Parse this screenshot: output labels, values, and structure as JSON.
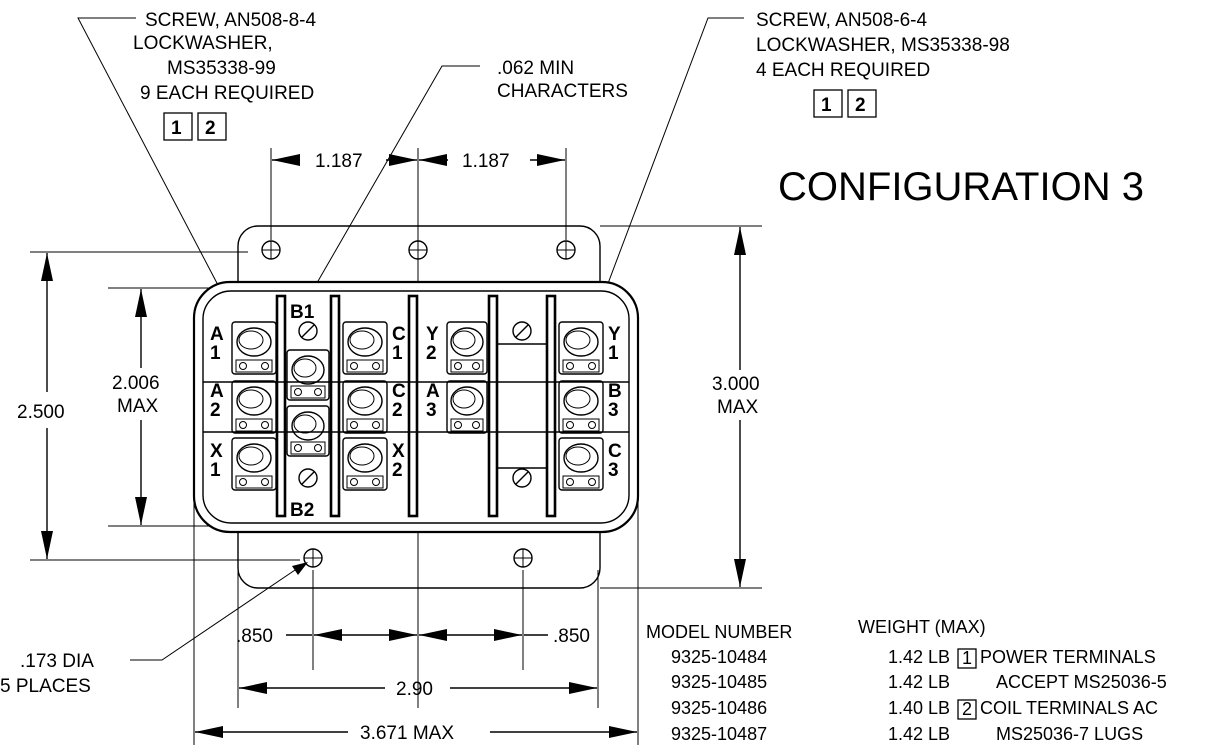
{
  "title": "CONFIGURATION 3",
  "callouts": {
    "left": {
      "lines": [
        "SCREW, AN508-8-4",
        "LOCKWASHER,",
        "MS35338-99",
        "9 EACH REQUIRED"
      ],
      "notes": [
        "1",
        "2"
      ]
    },
    "middle": {
      "lines": [
        ".062 MIN",
        "CHARACTERS"
      ]
    },
    "right": {
      "lines": [
        "SCREW, AN508-6-4",
        "LOCKWASHER, MS35338-98",
        "4 EACH REQUIRED"
      ],
      "notes": [
        "1",
        "2"
      ]
    },
    "hole": {
      "lines": [
        ".173 DIA",
        "5 PLACES"
      ]
    }
  },
  "dimensions": {
    "top_spacing_left": "1.187",
    "top_spacing_right": "1.187",
    "height_overall": "2.500",
    "height_body": [
      "2.006",
      "MAX"
    ],
    "height_max": [
      "3.000",
      "MAX"
    ],
    "bottom_left_offset": ".850",
    "bottom_right_offset": ".850",
    "hole_span": "2.90",
    "width_max": "3.671 MAX"
  },
  "terminals": {
    "B1": "B1",
    "B2": "B2",
    "A1": [
      "A",
      "1"
    ],
    "A2": [
      "A",
      "2"
    ],
    "X1": [
      "X",
      "1"
    ],
    "C1": [
      "C",
      "1"
    ],
    "C2": [
      "C",
      "2"
    ],
    "X2": [
      "X",
      "2"
    ],
    "Y2": [
      "Y",
      "2"
    ],
    "A3": [
      "A",
      "3"
    ],
    "Y1": [
      "Y",
      "1"
    ],
    "B3": [
      "B",
      "3"
    ],
    "C3": [
      "C",
      "3"
    ]
  },
  "table": {
    "model_header": "MODEL NUMBER",
    "weight_header": "WEIGHT (MAX)",
    "rows": [
      {
        "model": "9325-10484",
        "weight": "1.42 LB"
      },
      {
        "model": "9325-10485",
        "weight": "1.42 LB"
      },
      {
        "model": "9325-10486",
        "weight": "1.40 LB"
      },
      {
        "model": "9325-10487",
        "weight": "1.42 LB"
      }
    ],
    "notes": [
      {
        "marker": "1",
        "text": "POWER TERMINALS"
      },
      {
        "marker": "",
        "text": "ACCEPT MS25036-5"
      },
      {
        "marker": "2",
        "text": "COIL TERMINALS AC"
      },
      {
        "marker": "",
        "text": "MS25036-7 LUGS"
      }
    ]
  }
}
